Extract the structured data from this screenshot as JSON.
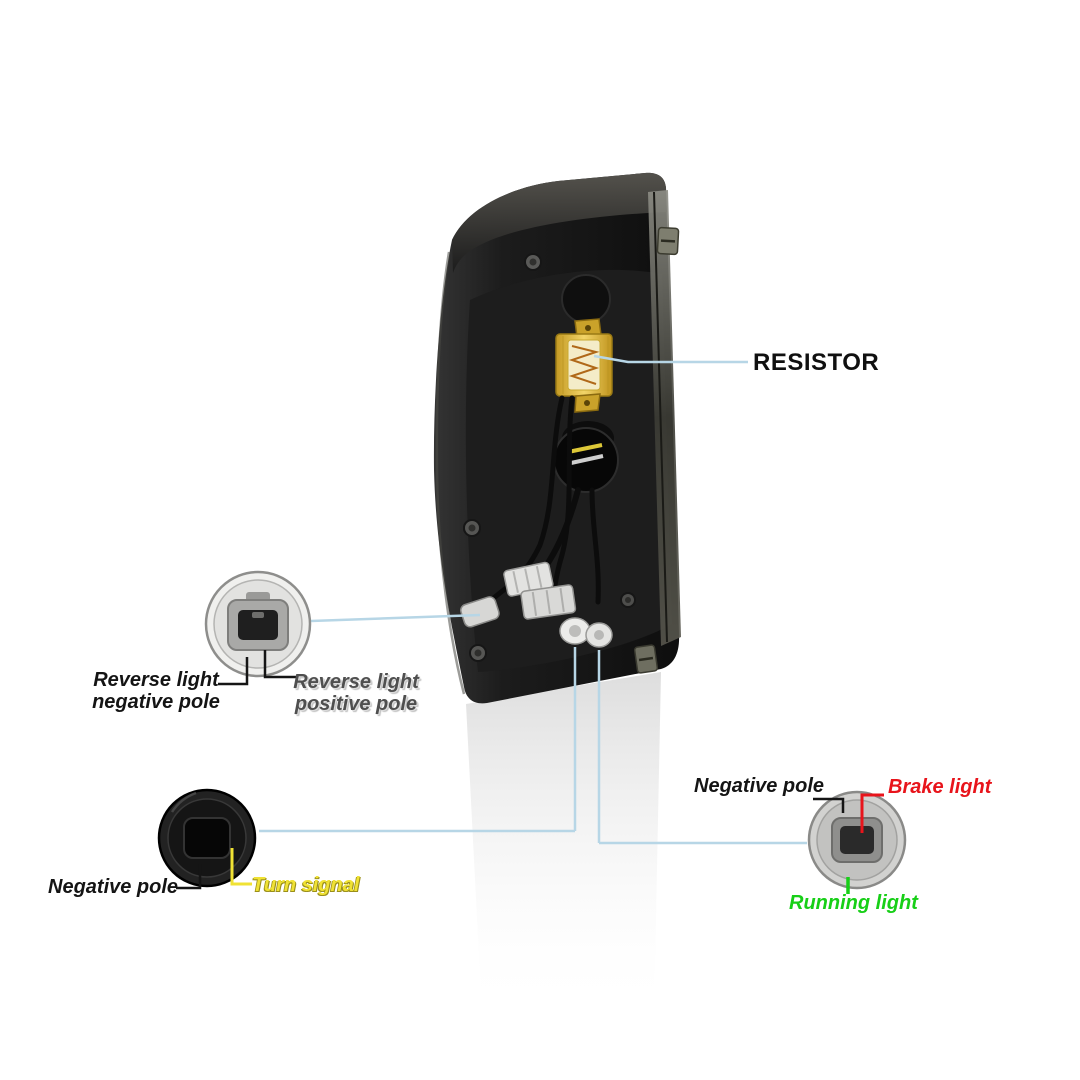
{
  "colors": {
    "callout-line": "#b7d6e6",
    "label-text": "#141414",
    "turn-signal": "#f0e234",
    "brake-light": "#e8141b",
    "running-light": "#17cf17",
    "resistor-gold": "#e3b93c"
  },
  "callouts": {
    "resistor": {
      "label": "RESISTOR"
    },
    "reverse": {
      "negative_line1": "Reverse light",
      "negative_line2": "negative pole",
      "positive_line1": "Reverse light",
      "positive_line2": "positive pole"
    },
    "turn": {
      "negative": "Negative pole",
      "signal": "Turn signal"
    },
    "brake_running": {
      "negative": "Negative pole",
      "brake": "Brake light",
      "running": "Running light"
    }
  }
}
